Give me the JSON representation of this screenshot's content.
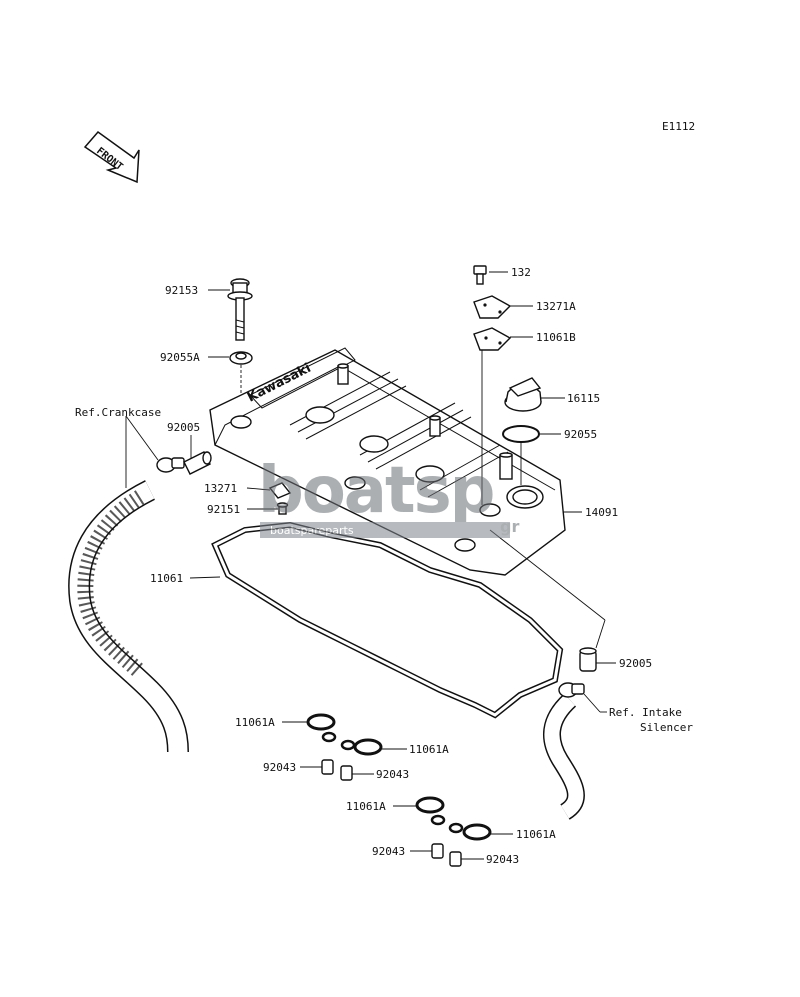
{
  "diagram_code": "E1112",
  "front_arrow_label": "FRONT",
  "brand_on_cover": "Kawasaki",
  "watermark": {
    "logo_text": "boatsp",
    "tagline": "boatspareparts",
    "suffix": "gr"
  },
  "labels": {
    "p92153": "92153",
    "p92055A": "92055A",
    "ref_crankcase": "Ref.Crankcase",
    "p92005_left": "92005",
    "p13271": "13271",
    "p92151": "92151",
    "p11061": "11061",
    "p132": "132",
    "p13271A": "13271A",
    "p11061B": "11061B",
    "p16115": "16115",
    "p92055": "92055",
    "p14091": "14091",
    "p92005_right": "92005",
    "ref_intake_line1": "Ref. Intake",
    "ref_intake_line2": "Silencer",
    "g1_11061A_a": "11061A",
    "g1_11061A_b": "11061A",
    "g1_92043_a": "92043",
    "g1_92043_b": "92043",
    "g2_11061A_a": "11061A",
    "g2_11061A_b": "11061A",
    "g2_92043_a": "92043",
    "g2_92043_b": "92043"
  }
}
